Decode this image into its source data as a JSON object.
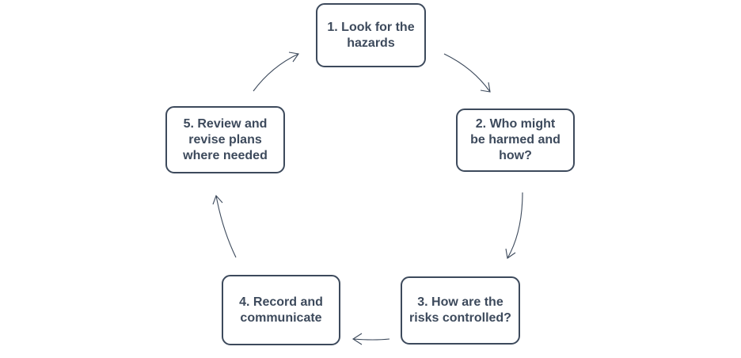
{
  "diagram": {
    "steps": [
      {
        "label": "1. Look for the\nhazards"
      },
      {
        "label": "2. Who might\nbe harmed and\nhow?"
      },
      {
        "label": "3. How are the\nrisks controlled?"
      },
      {
        "label": "4. Record and\ncommunicate"
      },
      {
        "label": "5. Review and\nrevise plans\nwhere needed"
      }
    ],
    "colors": {
      "stroke": "#3d4a5c",
      "text": "#3d4a5c",
      "background": "#ffffff"
    },
    "icons": [
      "arrow-icon"
    ]
  }
}
